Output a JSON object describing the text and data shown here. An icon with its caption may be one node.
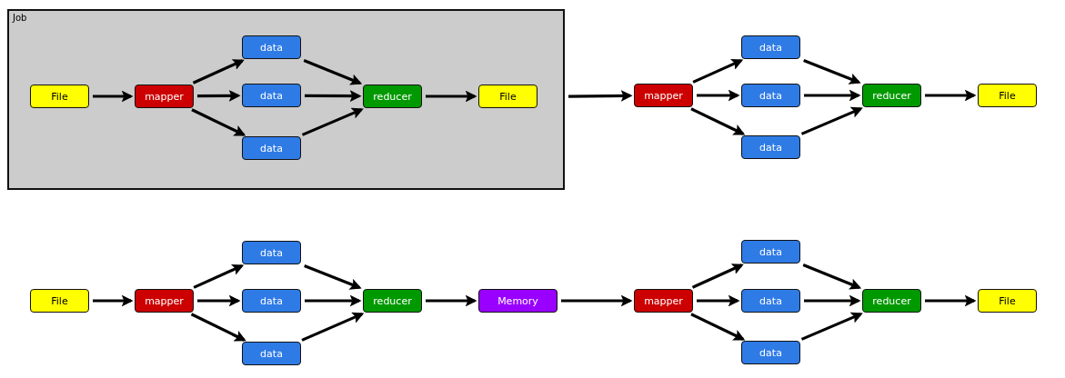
{
  "diagram": {
    "nodes": [
      {
        "text": [
          "Job"
        ]
      },
      {
        "text": [
          "File"
        ],
        "in": 0
      },
      {
        "text": [
          "mapper"
        ],
        "in": 0
      },
      {
        "text": [
          "data"
        ],
        "in": 0
      },
      {
        "text": [
          "data"
        ],
        "in": 0
      },
      {
        "text": [
          "data"
        ],
        "in": 0
      },
      {
        "text": [
          "reducer"
        ],
        "in": 0
      },
      {
        "text": [
          "File"
        ],
        "in": 0
      },
      {
        "text": [
          "mapper"
        ]
      },
      {
        "text": [
          "data"
        ]
      },
      {
        "text": [
          "data"
        ]
      },
      {
        "text": [
          "data"
        ]
      },
      {
        "text": [
          "reducer"
        ]
      },
      {
        "text": [
          "File"
        ]
      },
      {
        "text": [
          "File"
        ]
      },
      {
        "text": [
          "mapper"
        ]
      },
      {
        "text": [
          "data"
        ]
      },
      {
        "text": [
          "data"
        ]
      },
      {
        "text": [
          "data"
        ]
      },
      {
        "text": [
          "reducer"
        ]
      },
      {
        "text": [
          "Memory"
        ]
      },
      {
        "text": [
          "mapper"
        ]
      },
      {
        "text": [
          "data"
        ]
      },
      {
        "text": [
          "data"
        ]
      },
      {
        "text": [
          "data"
        ]
      },
      {
        "text": [
          "reducer"
        ]
      },
      {
        "text": [
          "File"
        ]
      }
    ],
    "edges": [
      {
        "from": 1,
        "to": 2,
        "arrow": "to"
      },
      {
        "from": 2,
        "to": 3,
        "arrow": "to"
      },
      {
        "from": 2,
        "to": 4,
        "arrow": "to"
      },
      {
        "from": 2,
        "to": 5,
        "arrow": "to"
      },
      {
        "from": 3,
        "to": 6,
        "arrow": "to"
      },
      {
        "from": 4,
        "to": 6,
        "arrow": "to"
      },
      {
        "from": 5,
        "to": 6,
        "arrow": "to"
      },
      {
        "from": 6,
        "to": 7,
        "arrow": "to"
      },
      {
        "from": 0,
        "to": 8,
        "arrow": "to"
      },
      {
        "from": 8,
        "to": 9,
        "arrow": "to"
      },
      {
        "from": 8,
        "to": 10,
        "arrow": "to"
      },
      {
        "from": 8,
        "to": 11,
        "arrow": "to"
      },
      {
        "from": 9,
        "to": 12,
        "arrow": "to"
      },
      {
        "from": 10,
        "to": 12,
        "arrow": "to"
      },
      {
        "from": 11,
        "to": 12,
        "arrow": "to"
      },
      {
        "from": 12,
        "to": 13,
        "arrow": "to"
      },
      {
        "from": 14,
        "to": 15,
        "arrow": "to"
      },
      {
        "from": 15,
        "to": 16,
        "arrow": "to"
      },
      {
        "from": 15,
        "to": 17,
        "arrow": "to"
      },
      {
        "from": 15,
        "to": 18,
        "arrow": "to"
      },
      {
        "from": 16,
        "to": 19,
        "arrow": "to"
      },
      {
        "from": 17,
        "to": 19,
        "arrow": "to"
      },
      {
        "from": 18,
        "to": 19,
        "arrow": "to"
      },
      {
        "from": 19,
        "to": 20,
        "arrow": "to"
      },
      {
        "from": 20,
        "to": 21,
        "arrow": "to"
      },
      {
        "from": 21,
        "to": 22,
        "arrow": "to"
      },
      {
        "from": 21,
        "to": 23,
        "arrow": "to"
      },
      {
        "from": 21,
        "to": 24,
        "arrow": "to"
      },
      {
        "from": 22,
        "to": 25,
        "arrow": "to"
      },
      {
        "from": 23,
        "to": 25,
        "arrow": "to"
      },
      {
        "from": 24,
        "to": 25,
        "arrow": "to"
      },
      {
        "from": 25,
        "to": 26,
        "arrow": "to"
      }
    ]
  }
}
